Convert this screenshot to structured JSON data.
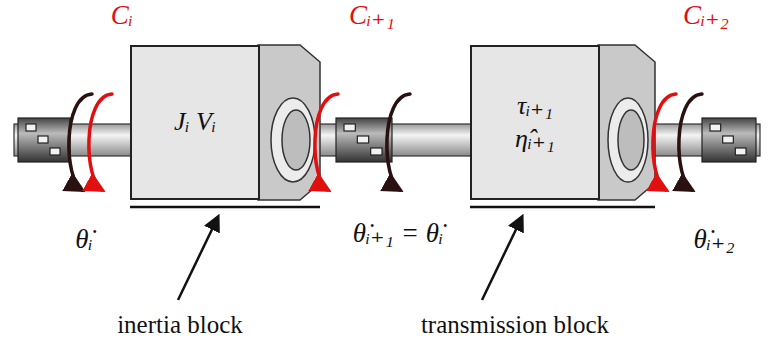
{
  "diagram": {
    "nodes": [
      {
        "text": [
          "Jᵢ Vᵢ"
        ]
      },
      {
        "text": [
          "τᵢ₊₁",
          "η̂ᵢ₊₁"
        ]
      }
    ],
    "labels": [
      "Cᵢ",
      "Cᵢ₊₁",
      "Cᵢ₊₂",
      "θ̇ᵢ",
      "θ̇ᵢ₊₁ = θ̇ᵢ",
      "θ̇ᵢ₊₂",
      "inertia block",
      "transmission block"
    ]
  }
}
